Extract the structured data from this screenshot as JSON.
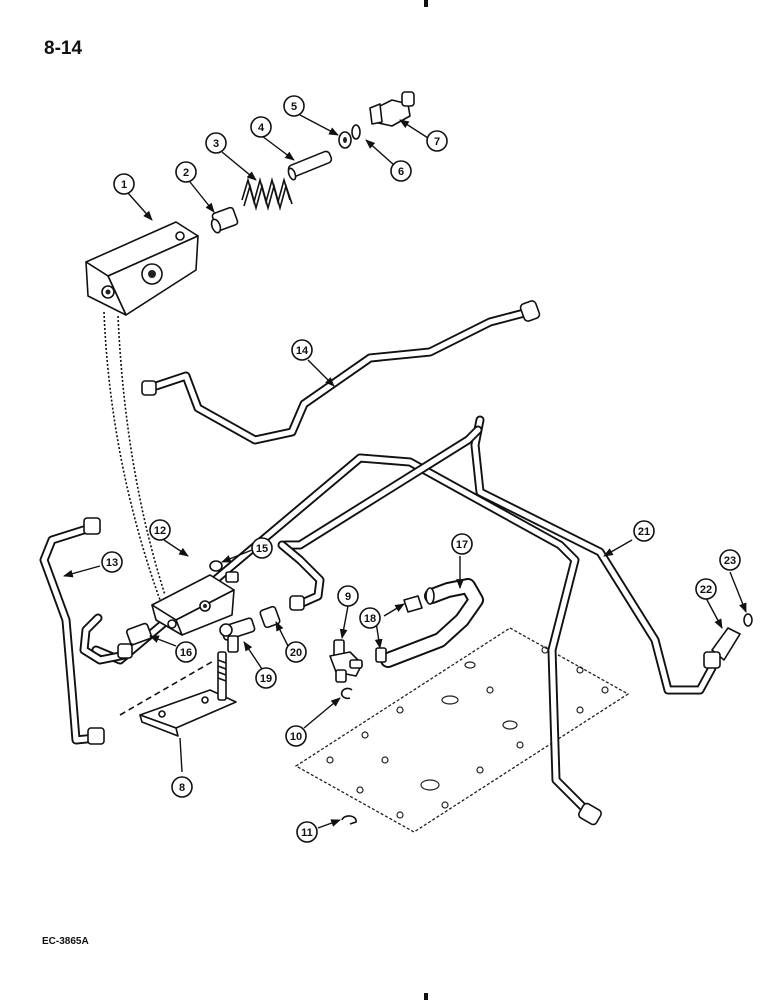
{
  "page_label": "8-14",
  "code_label": "EC-3865A",
  "callouts": [
    "1",
    "2",
    "3",
    "4",
    "5",
    "6",
    "7",
    "8",
    "9",
    "10",
    "11",
    "12",
    "13",
    "14",
    "15",
    "16",
    "17",
    "18",
    "19",
    "20",
    "21",
    "22",
    "23"
  ]
}
